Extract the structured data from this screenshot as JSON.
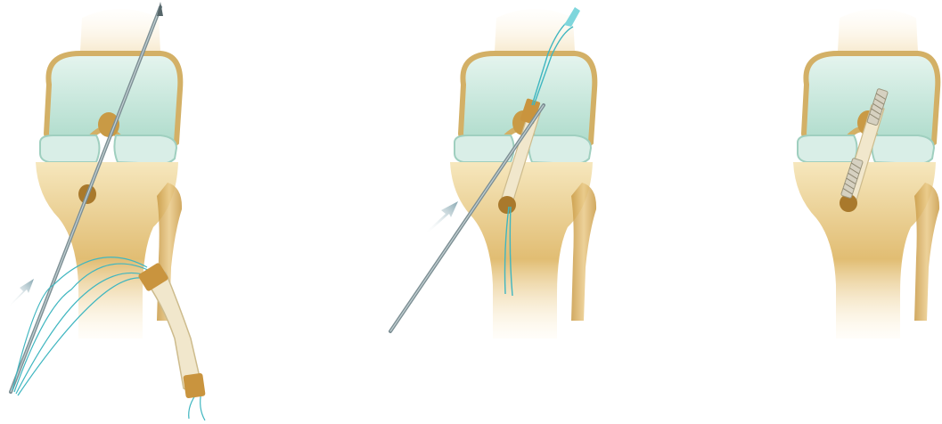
{
  "figure": {
    "panel_count": 3,
    "panels": [
      {
        "step": 1,
        "depicts": [
          "knee-joint",
          "guide-pin",
          "graft-with-sutures",
          "insertion-arrow"
        ]
      },
      {
        "step": 2,
        "depicts": [
          "knee-joint",
          "graft-in-tunnel",
          "guide-pin",
          "sutures",
          "insertion-arrow"
        ]
      },
      {
        "step": 3,
        "depicts": [
          "knee-joint",
          "graft-fixed",
          "femoral-screw",
          "tibial-screw"
        ]
      }
    ]
  },
  "colors": {
    "bone": "#d9b56a",
    "bone_light": "#f3e2b0",
    "cartilage": "#bfe3d6",
    "meniscus": "#d8ece6",
    "pin": "#7d8f94",
    "suture": "#3fb6c0",
    "arrow": "#8aa9b3",
    "graft": "#efe4c8",
    "screw": "#c9c4b4"
  }
}
